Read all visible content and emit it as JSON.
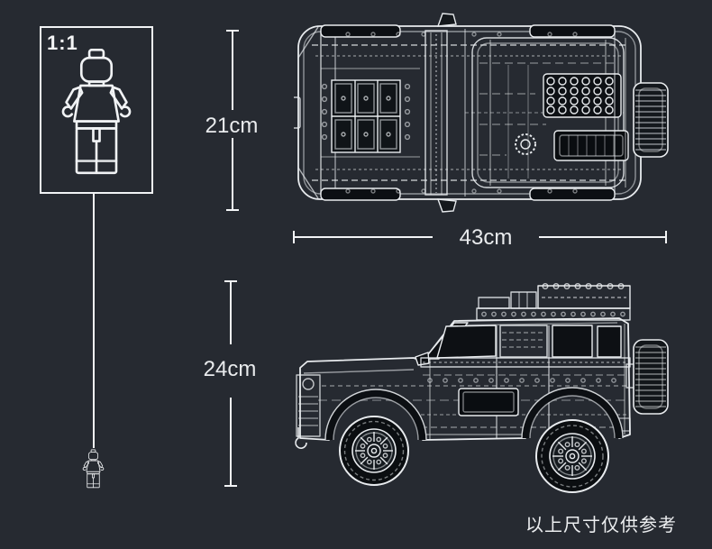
{
  "page": {
    "background": "#262a31",
    "line_color": "#f1f3f5"
  },
  "scale_box": {
    "label": "1:1"
  },
  "dimensions": {
    "top_view_height": "21cm",
    "overall_length": "43cm",
    "side_view_height": "24cm"
  },
  "footnote": {
    "text": "以上尺寸仅供参考"
  }
}
